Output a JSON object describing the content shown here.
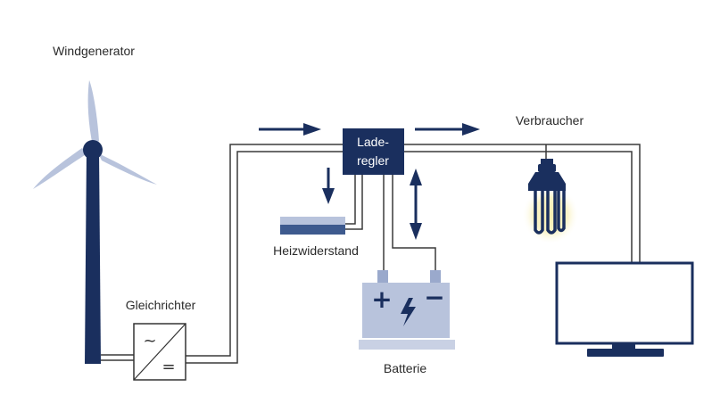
{
  "labels": {
    "wind_generator": "Windgenerator",
    "rectifier": "Gleichrichter",
    "charge_controller_line1": "Lade-",
    "charge_controller_line2": "regler",
    "heating_resistor": "Heizwiderstand",
    "battery": "Batterie",
    "consumer": "Verbraucher"
  },
  "symbols": {
    "ac": "~",
    "dc": "=",
    "plus": "+",
    "minus": "−",
    "lightning_icon": "lightning-bolt"
  },
  "colors": {
    "navy": "#1a2f5e",
    "light_blue": "#b8c3dc",
    "mid_blue": "#9aa9cc",
    "wire": "#3a3a3a",
    "glow": "#f4e9a8"
  }
}
